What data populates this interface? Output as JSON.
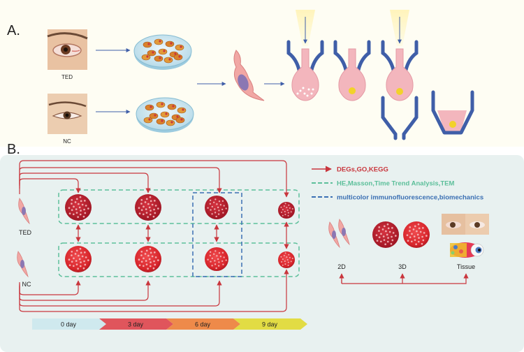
{
  "panel_a": {
    "label": "A.",
    "ted_label": "TED",
    "nc_label": "NC"
  },
  "panel_b": {
    "label": "B.",
    "ted_label": "TED",
    "nc_label": "NC",
    "legend": [
      {
        "text": "DEGs,GO,KEGG",
        "color": "#c9363d",
        "style": "arrow"
      },
      {
        "text": "HE,Masson,Time Trend Analysis,TEM",
        "color": "#5cbf9a",
        "style": "dashed"
      },
      {
        "text": "multicolor immunofluorescence,biomechanics",
        "color": "#3a6fb3",
        "style": "dashed"
      }
    ],
    "models": [
      "2D",
      "3D",
      "Tissue"
    ],
    "timeline": [
      "0 day",
      "3 day",
      "6 day",
      "9 day"
    ]
  },
  "colors": {
    "panel_a_bg": "#fefdf3",
    "panel_b_bg": "#e8f1f0",
    "arrow_red": "#c9363d",
    "arrow_blue": "#3f5ea8",
    "timeline": [
      "#cfe9ee",
      "#e0555c",
      "#ee8a4a",
      "#e2dc44"
    ]
  }
}
